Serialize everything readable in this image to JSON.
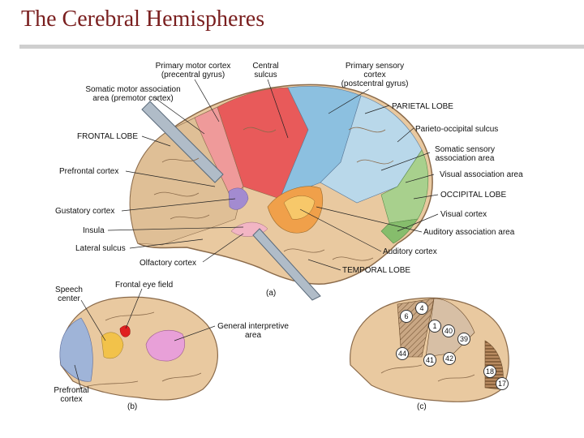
{
  "title": "The Cerebral Hemispheres",
  "labels": {
    "primary_motor": "Primary motor cortex",
    "primary_motor_sub": "(precentral gyrus)",
    "central": "Central",
    "central_sub": "sulcus",
    "primary_sensory": "Primary sensory",
    "primary_sensory_sub": "cortex",
    "primary_sensory_sub2": "(postcentral gyrus)",
    "somatic_motor": "Somatic motor association",
    "somatic_motor_sub": "area (premotor cortex)",
    "parietal": "PARIETAL LOBE",
    "frontal": "FRONTAL LOBE",
    "parieto_occipital": "Parieto-occipital sulcus",
    "somatic_sensory": "Somatic sensory",
    "somatic_sensory_sub": "association area",
    "prefrontal": "Prefrontal cortex",
    "visual_assoc": "Visual association area",
    "occipital": "OCCIPITAL LOBE",
    "gustatory": "Gustatory cortex",
    "visual_cortex": "Visual cortex",
    "insula": "Insula",
    "auditory_assoc": "Auditory association area",
    "lateral": "Lateral sulcus",
    "auditory": "Auditory cortex",
    "olfactory": "Olfactory cortex",
    "temporal": "TEMPORAL LOBE",
    "panel_a": "(a)",
    "frontal_eye": "Frontal eye field",
    "speech": "Speech",
    "speech_sub": "center",
    "general_interp": "General interpretive",
    "general_interp_sub": "area",
    "prefrontal_b": "Prefrontal",
    "prefrontal_b_sub": "cortex",
    "panel_b": "(b)",
    "panel_c": "(c)"
  },
  "areas": [
    "4",
    "6",
    "1",
    "40",
    "39",
    "44",
    "41",
    "42",
    "18",
    "17"
  ]
}
